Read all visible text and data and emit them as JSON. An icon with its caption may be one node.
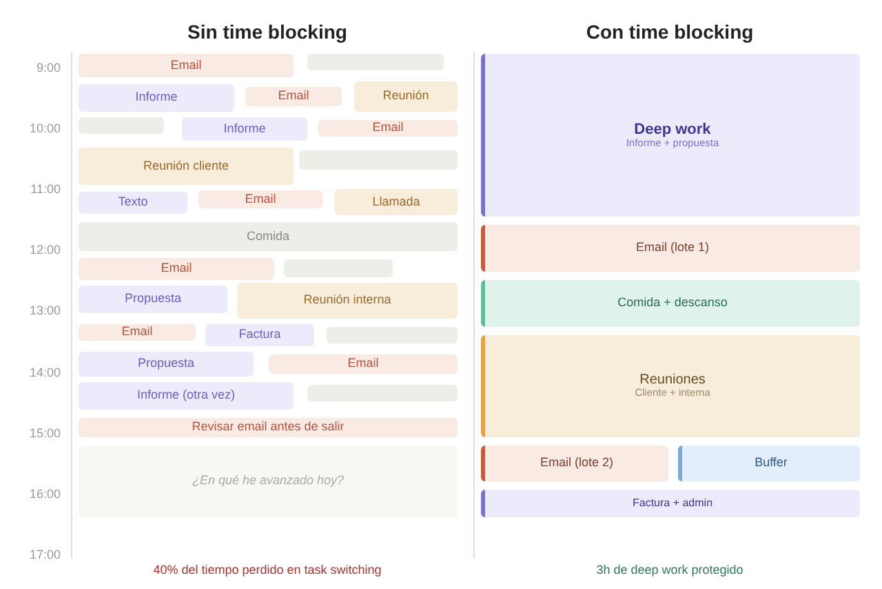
{
  "diagram": {
    "nodes": [
      {
        "text": [
          "Email"
        ]
      },
      {
        "text": [],
        "shape": "box"
      },
      {
        "text": [
          "Informe"
        ]
      },
      {
        "text": [
          "Email"
        ]
      },
      {
        "text": [
          "Reunión"
        ]
      },
      {
        "text": [],
        "shape": "box"
      },
      {
        "text": [
          "Informe"
        ]
      },
      {
        "text": [
          "Email"
        ]
      },
      {
        "text": [
          "Reunión cliente"
        ]
      },
      {
        "text": [],
        "shape": "box"
      },
      {
        "text": [
          "Texto"
        ]
      },
      {
        "text": [
          "Email"
        ]
      },
      {
        "text": [
          "Llamada"
        ]
      },
      {
        "text": [
          "Comida"
        ]
      },
      {
        "text": [
          "Email"
        ]
      },
      {
        "text": [],
        "shape": "box"
      },
      {
        "text": [
          "Propuesta"
        ]
      },
      {
        "text": [
          "Reunión interna"
        ]
      },
      {
        "text": [
          "Email"
        ]
      },
      {
        "text": [
          "Factura"
        ]
      },
      {
        "text": [],
        "shape": "box"
      },
      {
        "text": [
          "Propuesta"
        ]
      },
      {
        "text": [
          "Email"
        ]
      },
      {
        "text": [
          "Informe (otra vez)"
        ]
      },
      {
        "text": [],
        "shape": "box"
      },
      {
        "text": [
          "Revisar email antes de salir"
        ]
      },
      {
        "text": [
          "¿En qué he avanzado hoy?"
        ]
      },
      {
        "text": [
          "Deep work",
          "Informe + propuesta"
        ]
      },
      {
        "text": [
          "Email (lote 1)"
        ]
      },
      {
        "text": [
          "Comida + descanso"
        ]
      },
      {
        "text": [
          "Reuniones",
          "Cliente + interna"
        ]
      },
      {
        "text": [
          "Email (lote 2)"
        ]
      },
      {
        "text": [
          "Buffer"
        ]
      },
      {
        "text": [
          "Factura + admin"
        ]
      }
    ],
    "labels": [
      "Sin time blocking",
      "Con time blocking",
      "9:00",
      "10:00",
      "11:00",
      "12:00",
      "13:00",
      "14:00",
      "15:00",
      "16:00",
      "17:00",
      "40% del tiempo perdido en task switching",
      "3h de deep work protegido"
    ]
  }
}
